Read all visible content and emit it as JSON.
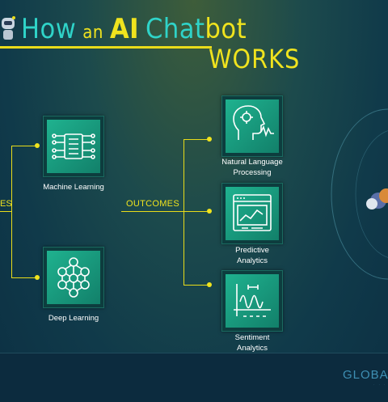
{
  "title": {
    "how": "How",
    "an": "an",
    "ai": "AI",
    "chat": "Chat",
    "bot": "bot",
    "works": "WORKS"
  },
  "left_branch_label": "ES",
  "techniques": [
    {
      "label": "Machine Learning",
      "icon": "machine-learning-icon"
    },
    {
      "label": "Deep Learning",
      "icon": "deep-learning-icon"
    }
  ],
  "outcomes_label": "OUTCOMES",
  "outcomes": [
    {
      "label_line1": "Natural Language",
      "label_line2": "Processing",
      "icon": "nlp-head-icon"
    },
    {
      "label_line1": "Predictive",
      "label_line2": "Analytics",
      "icon": "predictive-chart-icon"
    },
    {
      "label_line1": "Sentiment",
      "label_line2": "Analytics",
      "icon": "sentiment-wave-icon"
    }
  ],
  "footer_brand": "GLOBA",
  "colors": {
    "accent": "#f0e31e",
    "teal": "#2fd3c8",
    "card": "#1fb28f",
    "bg": "#103a4a"
  }
}
